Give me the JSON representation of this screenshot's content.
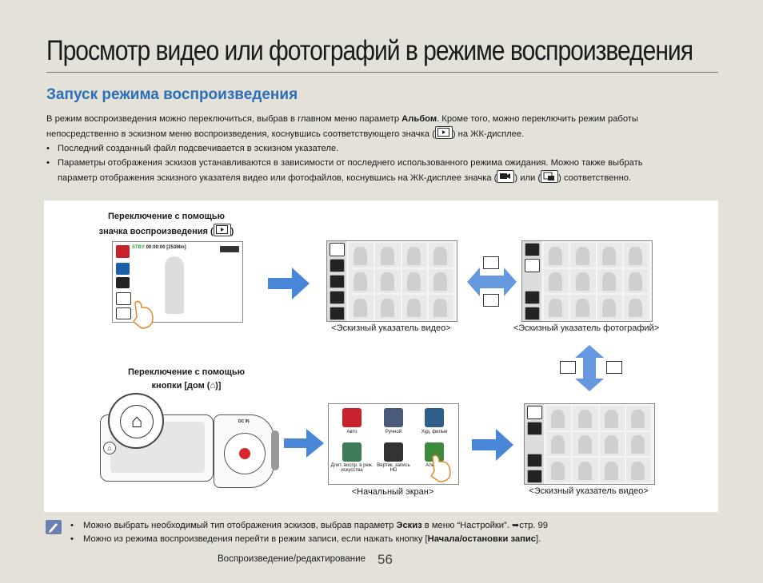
{
  "page": {
    "title": "Просмотр видео или фотографий в режиме воспроизведения",
    "section_title": "Запуск режима воспроизведения",
    "intro_1": "В режим воспроизведения можно переключиться, выбрав в главном меню параметр ",
    "intro_bold": "Альбом",
    "intro_2": ". Кроме того, можно переключить режим работы",
    "intro_3": "непосредственно в эскизном меню воспроизведения, коснувшись соответствующего значка (",
    "intro_4": ") на ЖК-дисплее.",
    "bullet_1": "Последний созданный файл подсвечивается в эскизном указателе.",
    "bullet_2a": "Параметры отображения эскизов устанавливаются в зависимости от последнего использованного режима ожидания. Можно также выбрать",
    "bullet_2b": "параметр отображения эскизного указателя видео или фотофайлов, коснувшись на ЖК-дисплее значка (",
    "bullet_2c": ") или (",
    "bullet_2d": ") соответственно."
  },
  "diagram": {
    "cap_play_1": "Переключение с помощью",
    "cap_play_2": "значка воспроизведения (",
    "cap_play_3": ")",
    "cap_home_1": "Переключение с помощью",
    "cap_home_2": "кнопки [дом (",
    "cap_home_3": ")]",
    "lcd_status": "STBY",
    "lcd_time": "00:00:00 [253Min]",
    "lbl_video_index": "<Эскизный указатель видео>",
    "lbl_photo_index": "<Эскизный указатель фотографий>",
    "lbl_home_screen": "<Начальный экран>",
    "lbl_video_index_2": "<Эскизный указатель видео>",
    "dcin_label": "DC IN",
    "menu_items": [
      "Авто",
      "Ручной",
      "Худ. фильм",
      "Длит. воспр. в реж. искусства",
      "Вертик. запись HD",
      "Альбом"
    ]
  },
  "notes": {
    "note_1a": "Можно выбрать необходимый тип отображения эскизов, выбрав параметр ",
    "note_1b": "Эскиз",
    "note_1c": " в меню “Настройки”. ➥стр. 99",
    "note_2a": "Можно из режима воспроизведения перейти в режим записи, если нажать кнопку [",
    "note_2b": "Начала/остановки запис",
    "note_2c": "]."
  },
  "footer": {
    "section": "Воспроизведение/редактирование",
    "page_number": "56"
  },
  "colors": {
    "accent": "#2a6fb8",
    "arrow": "#4a86d8",
    "background": "#e4e1d8"
  }
}
